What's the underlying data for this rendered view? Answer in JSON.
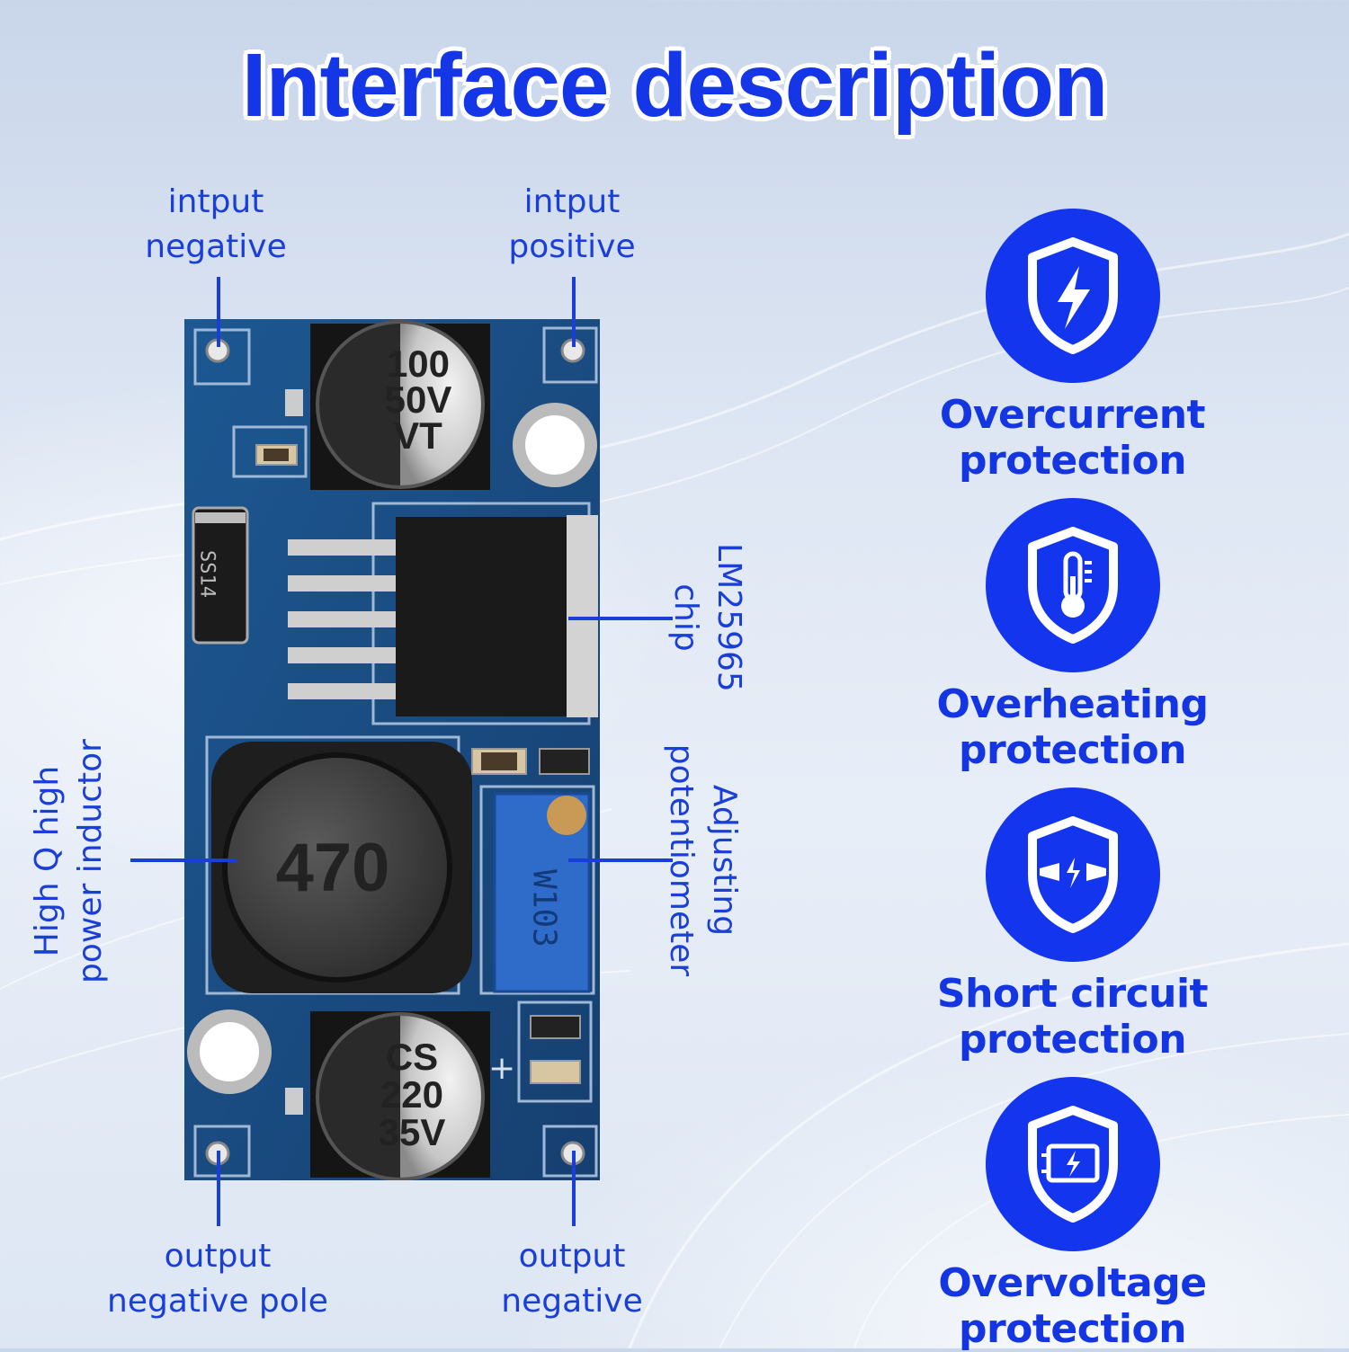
{
  "title": "Interface description",
  "labels": {
    "input_negative": [
      "intput",
      "negative"
    ],
    "input_positive": [
      "intput",
      "positive"
    ],
    "output_negative_pole": [
      "output",
      "negative pole"
    ],
    "output_negative": [
      "output",
      "negative"
    ],
    "chip": [
      "LM25965",
      "chip"
    ],
    "potentiometer": [
      "Adjusting",
      "potentiometer"
    ],
    "inductor": [
      "High Q high",
      "power inductor"
    ]
  },
  "components": {
    "input_cap": [
      "100",
      "50V",
      "VT"
    ],
    "output_cap": [
      "CS",
      "220",
      "35V"
    ],
    "inductor_mark": "470",
    "pot_mark": "W103",
    "diode_mark": "SS14",
    "plus_mark": "+"
  },
  "features": [
    {
      "label": "Overcurrent protection",
      "icon": "shield-lightning-icon"
    },
    {
      "label": "Overheating protection",
      "icon": "shield-thermometer-icon"
    },
    {
      "label": "Short circuit protection",
      "icon": "shield-short-circuit-icon"
    },
    {
      "label": "Overvoltage protection",
      "icon": "shield-voltage-icon"
    }
  ],
  "colors": {
    "accent": "#1435ee",
    "label": "#1a3fd8",
    "pcb": "#1b4f86"
  }
}
